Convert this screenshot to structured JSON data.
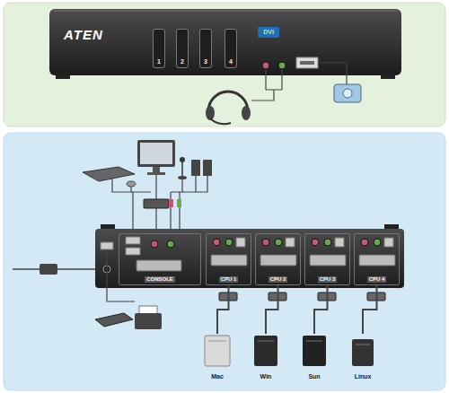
{
  "diagram": {
    "nodes": [
      {
        "text": [
          "ATEN"
        ]
      },
      {
        "text": [
          "1"
        ],
        "in": 0
      },
      {
        "text": [
          "2"
        ],
        "in": 0
      },
      {
        "text": [
          "3"
        ],
        "in": 0
      },
      {
        "text": [
          "4"
        ],
        "in": 0
      },
      {
        "text": [
          "DVI"
        ],
        "in": 0
      },
      {
        "text": [
          "CONSOLE"
        ]
      },
      {
        "text": [
          "CPU 1"
        ]
      },
      {
        "text": [
          "CPU 2"
        ]
      },
      {
        "text": [
          "CPU 3"
        ]
      },
      {
        "text": [
          "CPU 4"
        ]
      },
      {
        "text": [
          "Mac"
        ]
      },
      {
        "text": [
          "Win"
        ]
      },
      {
        "text": [
          "Sun"
        ]
      },
      {
        "text": [
          "Linux"
        ]
      }
    ],
    "edges": [
      {
        "from": 7,
        "to": 11,
        "arrow": "none"
      },
      {
        "from": 8,
        "to": 12,
        "arrow": "none"
      },
      {
        "from": 9,
        "to": 13,
        "arrow": "none"
      },
      {
        "from": 10,
        "to": 14,
        "arrow": "none"
      }
    ]
  }
}
